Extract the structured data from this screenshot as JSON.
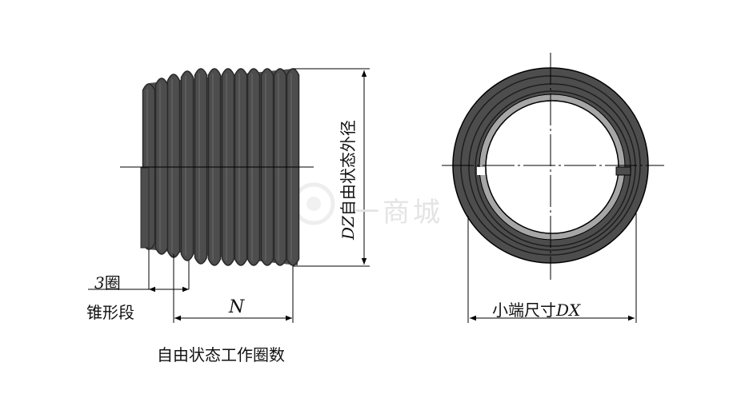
{
  "labels": {
    "dz_var": "DZ",
    "dz_text": "自由状态外径",
    "turns_var": "3",
    "turns_unit": "圈",
    "taper": "锥形段",
    "n_var": "N",
    "dx_text": "小端尺寸",
    "dx_var": "DX",
    "caption": "自由状态工作圈数"
  },
  "watermark": {
    "text": "一商城"
  },
  "colors": {
    "coil": "#4d4d4d",
    "coil_dark": "#2a2a2a",
    "ring_light": "#9a9a9a",
    "line": "#000000"
  }
}
